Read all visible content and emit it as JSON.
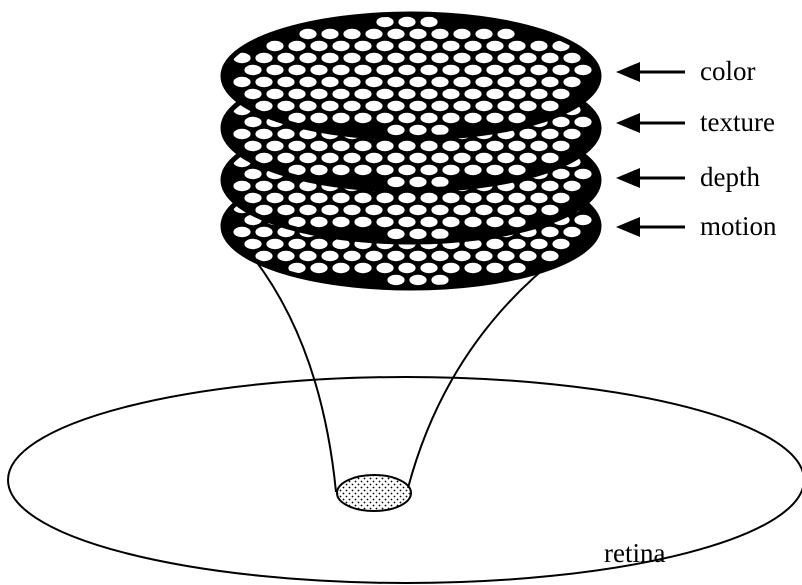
{
  "layers": [
    {
      "label": "color"
    },
    {
      "label": "texture"
    },
    {
      "label": "depth"
    },
    {
      "label": "motion"
    }
  ],
  "retina_label": "retina",
  "colors": {
    "ink": "#000000",
    "cell_fill": "#ffffff",
    "background": "#ffffff"
  }
}
